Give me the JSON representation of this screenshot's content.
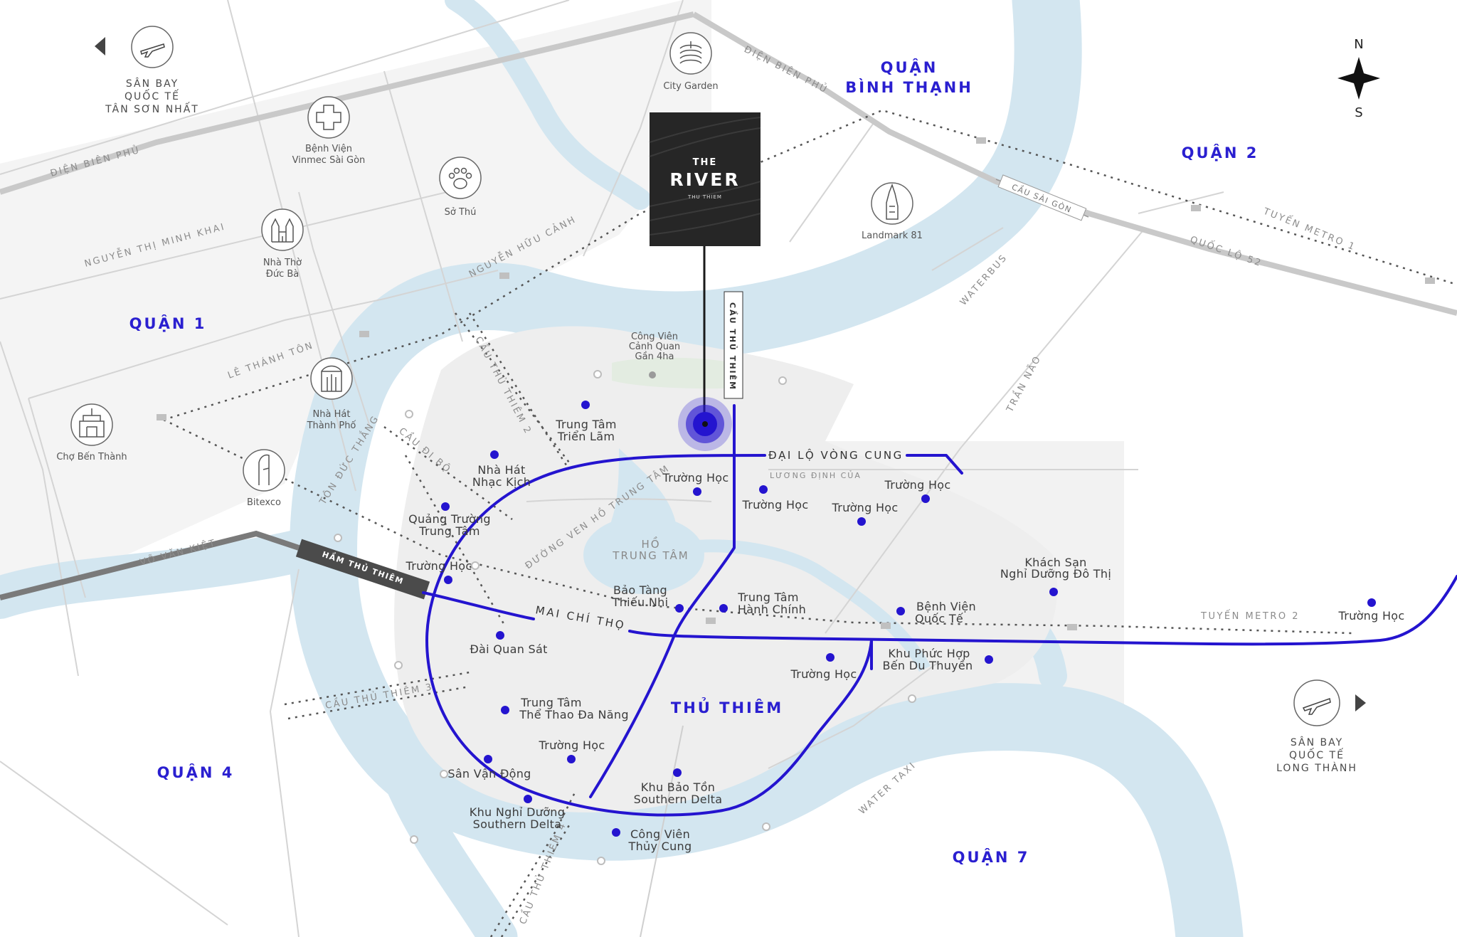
{
  "project": {
    "line1": "THE",
    "line2": "RIVER",
    "line3": "THU THIEM"
  },
  "compass": {
    "north": "N",
    "south": "S"
  },
  "districts": {
    "q1": "QUẬN 1",
    "q2": "QUẬN 2",
    "q4": "QUẬN 4",
    "q7": "QUẬN 7",
    "binh_thanh_1": "QUẬN",
    "binh_thanh_2": "BÌNH THẠNH",
    "thu_thiem": "THỦ THIÊM"
  },
  "airports": {
    "tan_son_nhat": [
      "SÂN BAY",
      "QUỐC TẾ",
      "TÂN SƠN NHẤT"
    ],
    "long_thanh": [
      "SÂN BAY",
      "QUỐC TẾ",
      "LONG THÀNH"
    ]
  },
  "landmarks": {
    "city_garden": "City Garden",
    "vinmec": [
      "Bệnh Viện",
      "Vinmec Sài Gòn"
    ],
    "so_thu": "Sở Thú",
    "nha_tho": [
      "Nhà Thờ",
      "Đức Bà"
    ],
    "landmark81": "Landmark 81",
    "nha_hat_tp": [
      "Nhà Hát",
      "Thành Phố"
    ],
    "cho_ben_thanh": "Chợ Bến Thành",
    "bitexco": "Bitexco",
    "cong_vien": [
      "Công Viên",
      "Cảnh Quan",
      "Gần 4ha"
    ],
    "ho_trung_tam": [
      "HỒ",
      "TRUNG TÂM"
    ]
  },
  "roads": {
    "dien_bien_phu_1": "ĐIỆN BIÊN PHỦ",
    "dien_bien_phu_2": "ĐIỆN BIÊN PHỦ",
    "nguyen_thi_minh_khai": "NGUYỄN THỊ MINH KHAI",
    "nguyen_huu_canh": "NGUYỄN HỮU CẢNH",
    "le_thanh_ton": "LÊ THÁNH TÔN",
    "ton_duc_thang": "TÔN ĐỨC THẮNG",
    "cau_di_bo": "CẦU ĐI BỘ",
    "cau_thu_thiem_2": "CẦU THỦ THIÊM 2",
    "cau_thu_thiem": "CẦU THỦ THIÊM",
    "cau_sai_gon": "CẦU SÀI GÒN",
    "tuyen_metro_1": "TUYẾN METRO 1",
    "quoc_lo_52": "QUỐC LỘ 52",
    "waterbus": "WATERBUS",
    "tran_nao": "TRẦN NÃO",
    "dai_lo_vong_cung": "ĐẠI LỘ VÒNG CUNG",
    "luong_dinh_cua": "LƯƠNG ĐỊNH CỦA",
    "duong_ven_ho": "ĐƯỜNG VEN HỒ TRUNG TÂM",
    "vo_van_kiet": "VÕ VĂN KIỆT",
    "ham_thu_thiem": "HẦM THỦ THIÊM",
    "mai_chi_tho": "MAI CHÍ THỌ",
    "tuyen_metro_2": "TUYẾN METRO 2",
    "cau_thu_thiem_3": "CẦU THỦ THIÊM 3",
    "cau_thu_thiem_4": "CẦU THỦ THIÊM 4",
    "water_taxi": "WATER TAXI"
  },
  "pois": {
    "trung_tam_trien_lam": [
      "Trung Tâm",
      "Triển Lãm"
    ],
    "nha_hat_nhac_kich": [
      "Nhà Hát",
      "Nhạc Kịch"
    ],
    "quang_truong": [
      "Quảng Trường",
      "Trung Tâm"
    ],
    "truong_hoc_1": "Trường Học",
    "truong_hoc_2": "Trường Học",
    "truong_hoc_3": "Trường Học",
    "truong_hoc_4": "Trường Học",
    "truong_hoc_5": "Trường Học",
    "truong_hoc_6": "Trường Học",
    "truong_hoc_7": "Trường Học",
    "truong_hoc_8": "Trường Học",
    "khach_san": [
      "Khách Sạn",
      "Nghỉ Dưỡng Đô Thị"
    ],
    "bao_tang": [
      "Bảo Tàng",
      "Thiếu Nhi"
    ],
    "trung_tam_hanh_chinh": [
      "Trung Tâm",
      "Hành Chính"
    ],
    "benh_vien_quoc_te": [
      "Bệnh Viện",
      "Quốc Tế"
    ],
    "dai_quan_sat": "Đài Quan Sát",
    "khu_phuc_hop": [
      "Khu Phức Hợp",
      "Bến Du Thuyền"
    ],
    "trung_tam_the_thao": [
      "Trung Tâm",
      "Thể Thao Đa Năng"
    ],
    "san_van_dong": "Sân Vận Động",
    "khu_bao_ton": [
      "Khu Bảo Tồn",
      "Southern Delta"
    ],
    "khu_nghi_duong": [
      "Khu Nghỉ Dưỡng",
      "Southern Delta"
    ],
    "cong_vien_thuy_cung": [
      "Công Viên",
      "Thủy Cung"
    ]
  },
  "colors": {
    "river": "#d3e6f0",
    "blue_route": "#2414cf",
    "land_gray": "#f1f1f1",
    "road": "#d6d6d6",
    "project_box": "#262626"
  }
}
